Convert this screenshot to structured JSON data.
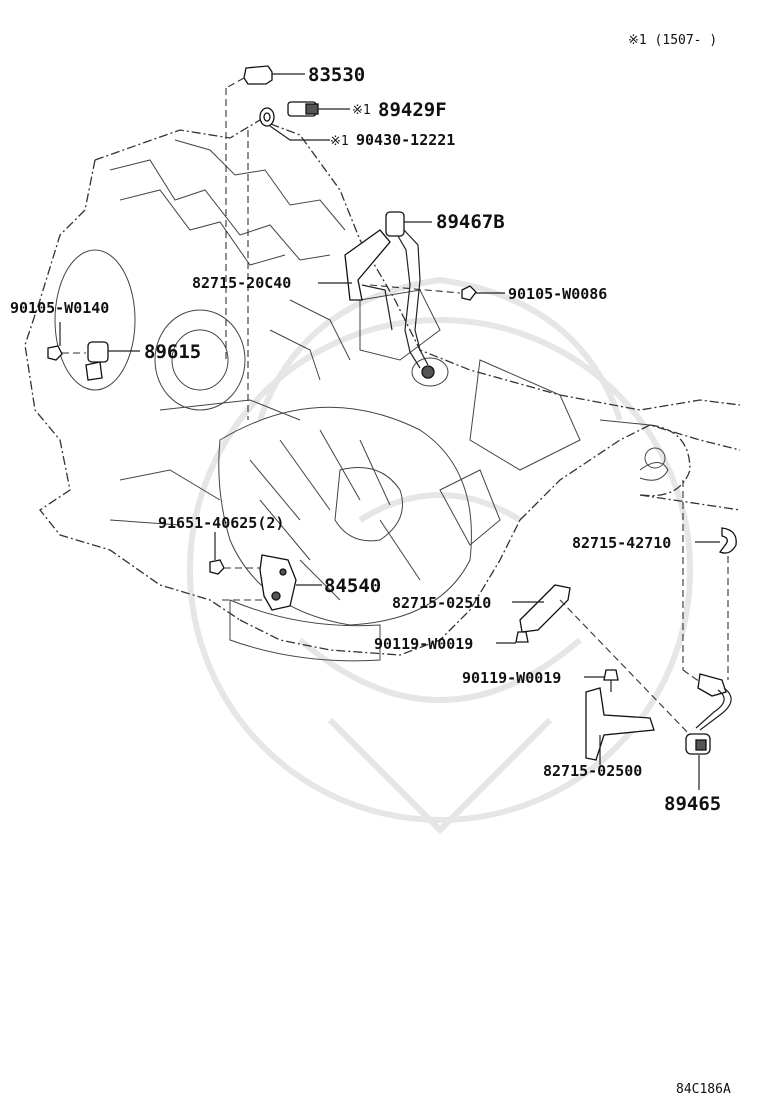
{
  "header": {
    "note": "※1 (1507-      )"
  },
  "labels": {
    "p83530": "83530",
    "p89429F": "89429F",
    "p89429F_mark": "※1",
    "p90430": "90430-12221",
    "p90430_mark": "※1",
    "p89467B": "89467B",
    "p82715_20C40": "82715-20C40",
    "p90105_W0086": "90105-W0086",
    "p90105_W0140": "90105-W0140",
    "p89615": "89615",
    "p91651": "91651-40625(2)",
    "p84540": "84540",
    "p82715_42710": "82715-42710",
    "p82715_02510": "82715-02510",
    "p90119_W0019a": "90119-W0019",
    "p90119_W0019b": "90119-W0019",
    "p82715_02500": "82715-02500",
    "p89465": "89465"
  },
  "footer": {
    "code": "84C186A"
  }
}
